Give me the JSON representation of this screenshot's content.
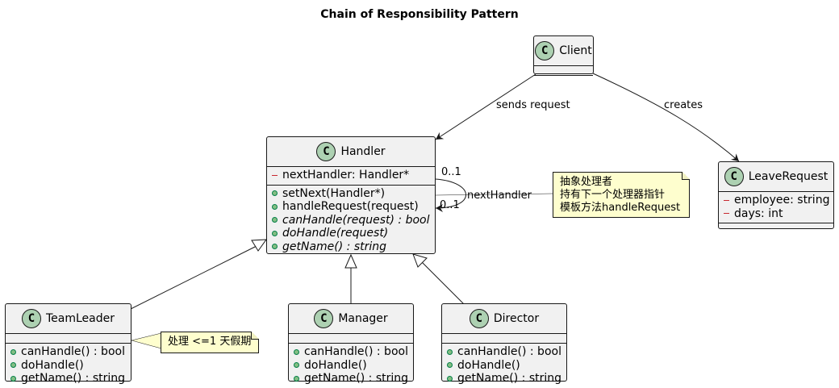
{
  "diagram": {
    "title": "Chain of Responsibility Pattern",
    "classes": {
      "client": {
        "name": "Client",
        "attributes": [],
        "methods": []
      },
      "handler": {
        "name": "Handler",
        "attributes": [
          "nextHandler: Handler*"
        ],
        "methods": [
          "setNext(Handler*)",
          "handleRequest(request)",
          "canHandle(request) : bool",
          "doHandle(request)",
          "getName() : string"
        ]
      },
      "leave_request": {
        "name": "LeaveRequest",
        "attributes": [
          "employee: string",
          "days: int"
        ],
        "methods": []
      },
      "team_leader": {
        "name": "TeamLeader",
        "methods": [
          "canHandle() : bool",
          "doHandle()",
          "getName() : string"
        ]
      },
      "manager": {
        "name": "Manager",
        "methods": [
          "canHandle() : bool",
          "doHandle()",
          "getName() : string"
        ]
      },
      "director": {
        "name": "Director",
        "methods": [
          "canHandle() : bool",
          "doHandle()",
          "getName() : string"
        ]
      }
    },
    "relations": {
      "sends_request": "sends request",
      "creates": "creates",
      "self_role": "nextHandler",
      "mult_source": "0..1",
      "mult_target": "0..1"
    },
    "notes": {
      "handler_note": [
        "抽象处理者",
        "持有下一个处理器指针",
        "模板方法handleRequest"
      ],
      "teamleader_note": "处理 <=1 天假期"
    },
    "class_badge": "C",
    "colors": {
      "class_fill": "#f1f1f1",
      "badge_fill": "#add1b2",
      "note_fill": "#fefece",
      "public": "#84be84",
      "private": "#c82930"
    }
  }
}
